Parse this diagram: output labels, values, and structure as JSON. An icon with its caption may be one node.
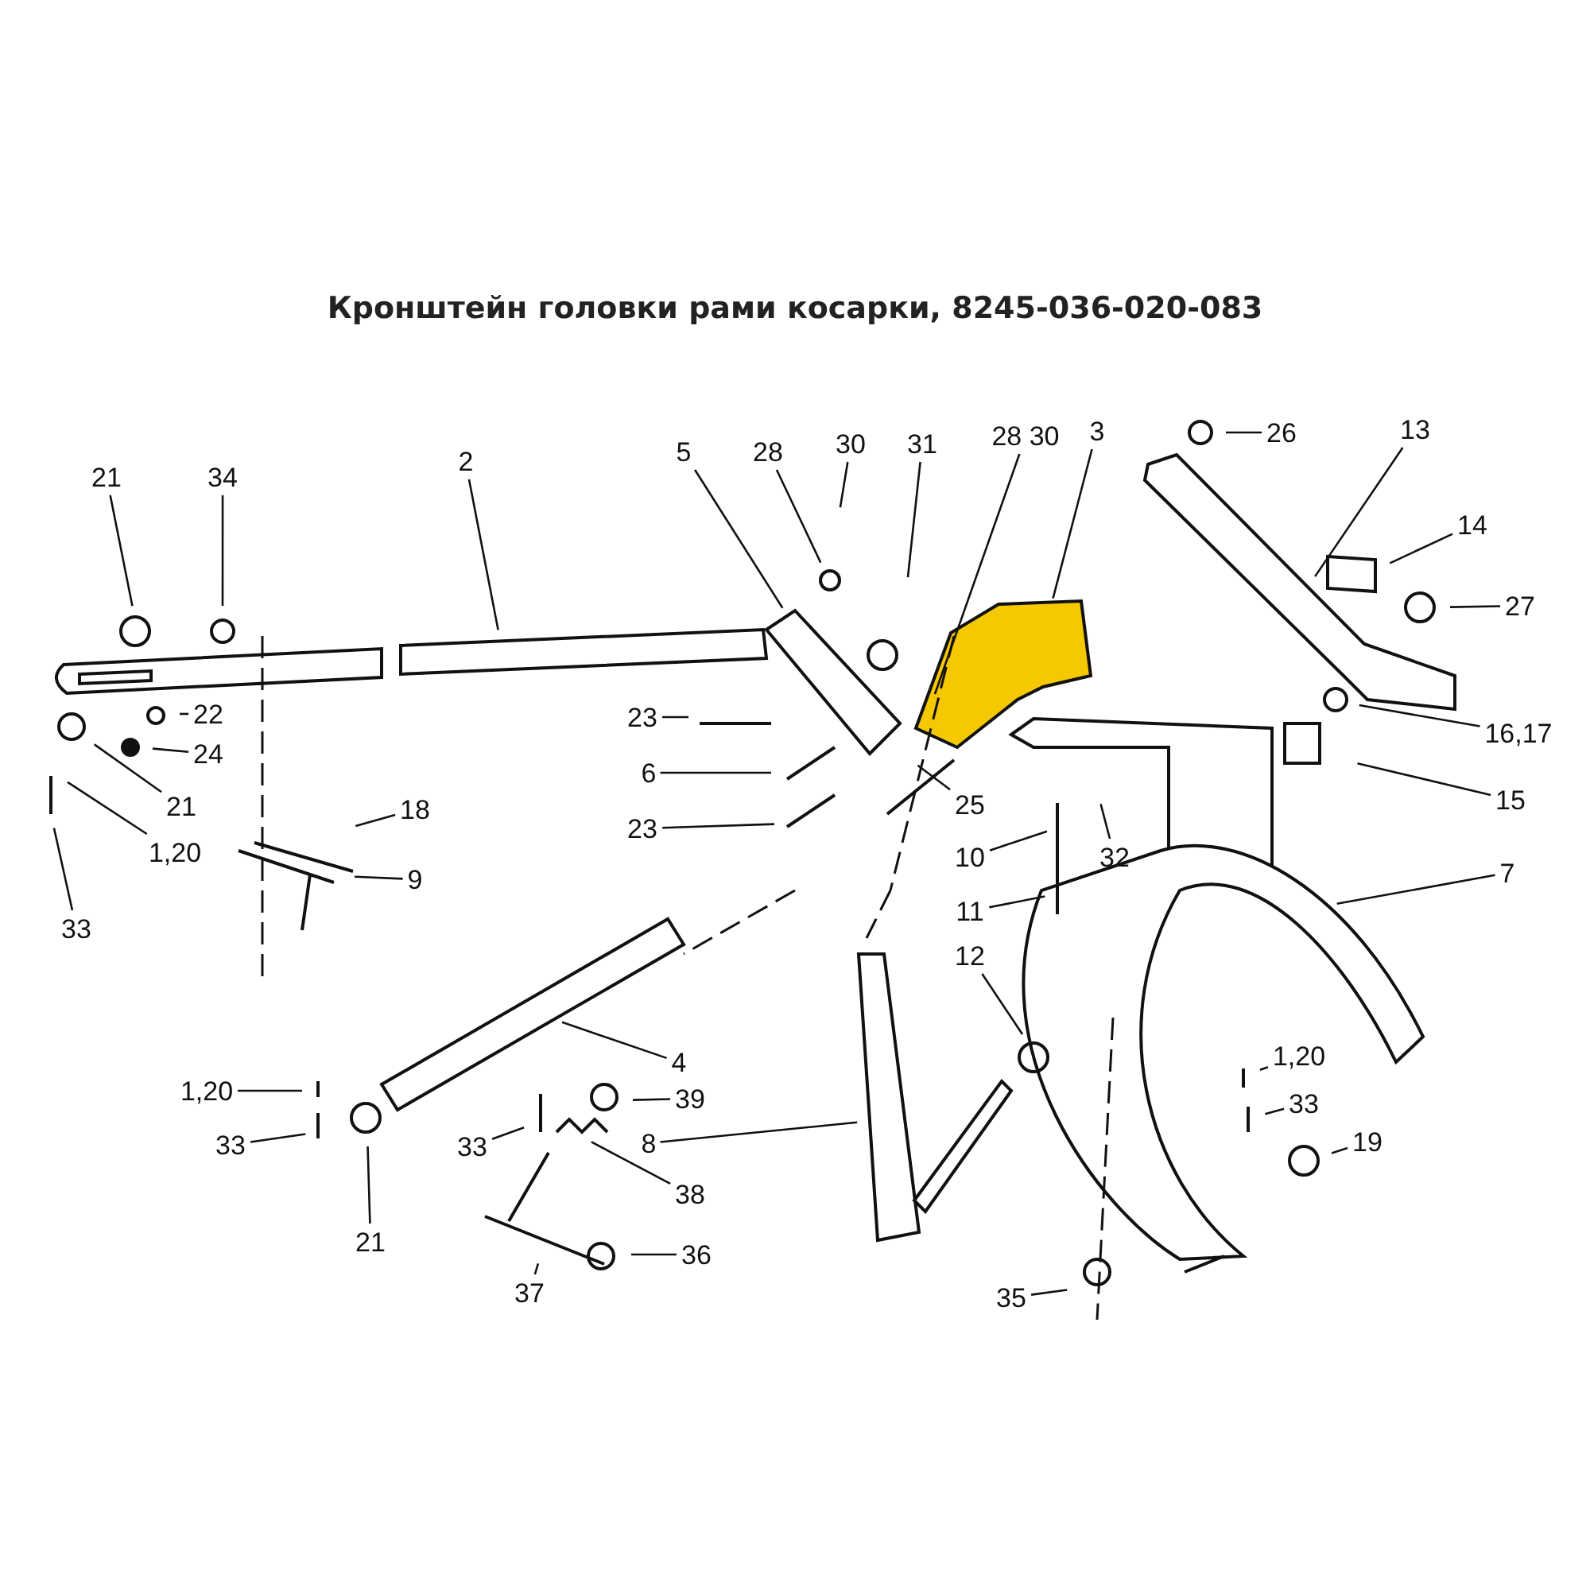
{
  "diagram": {
    "title": "Кронштейн головки рами косарки, 8245-036-020-083",
    "nodes": [
      {
        "text": [
          "21"
        ]
      },
      {
        "text": [
          "34"
        ]
      },
      {
        "text": [
          "2"
        ]
      },
      {
        "text": [
          "5"
        ]
      },
      {
        "text": [
          "28"
        ]
      },
      {
        "text": [
          "30"
        ]
      },
      {
        "text": [
          "31"
        ]
      },
      {
        "text": [
          "28 30"
        ]
      },
      {
        "text": [
          "3"
        ]
      },
      {
        "text": [
          "26"
        ]
      },
      {
        "text": [
          "13"
        ]
      },
      {
        "text": [
          "14"
        ]
      },
      {
        "text": [
          "27"
        ]
      },
      {
        "text": [
          "16,17"
        ]
      },
      {
        "text": [
          "15"
        ]
      },
      {
        "text": [
          "7"
        ]
      },
      {
        "text": [
          "23"
        ]
      },
      {
        "text": [
          "6"
        ]
      },
      {
        "text": [
          "23"
        ]
      },
      {
        "text": [
          "25"
        ]
      },
      {
        "text": [
          "10"
        ]
      },
      {
        "text": [
          "32"
        ]
      },
      {
        "text": [
          "11"
        ]
      },
      {
        "text": [
          "12"
        ]
      },
      {
        "text": [
          "22"
        ]
      },
      {
        "text": [
          "24"
        ]
      },
      {
        "text": [
          "21"
        ]
      },
      {
        "text": [
          "1,20"
        ]
      },
      {
        "text": [
          "33"
        ]
      },
      {
        "text": [
          "18"
        ]
      },
      {
        "text": [
          "9"
        ]
      },
      {
        "text": [
          "4"
        ]
      },
      {
        "text": [
          "1,20"
        ]
      },
      {
        "text": [
          "33"
        ]
      },
      {
        "text": [
          "21"
        ]
      },
      {
        "text": [
          "33"
        ]
      },
      {
        "text": [
          "39"
        ]
      },
      {
        "text": [
          "38"
        ]
      },
      {
        "text": [
          "36"
        ]
      },
      {
        "text": [
          "37"
        ]
      },
      {
        "text": [
          "8"
        ]
      },
      {
        "text": [
          "1,20"
        ]
      },
      {
        "text": [
          "33"
        ]
      },
      {
        "text": [
          "19"
        ]
      },
      {
        "text": [
          "35"
        ]
      }
    ],
    "edges": [
      {
        "from": 0,
        "to": null,
        "arrow": "none"
      },
      {
        "from": 1,
        "to": null,
        "arrow": "none"
      },
      {
        "from": 2,
        "to": null,
        "arrow": "none"
      },
      {
        "from": 3,
        "to": null,
        "arrow": "none"
      },
      {
        "from": 4,
        "to": null,
        "arrow": "none"
      },
      {
        "from": 5,
        "to": null,
        "arrow": "none"
      },
      {
        "from": 6,
        "to": null,
        "arrow": "none"
      },
      {
        "from": 7,
        "to": null,
        "arrow": "none"
      },
      {
        "from": 8,
        "to": null,
        "arrow": "none"
      },
      {
        "from": 9,
        "to": null,
        "arrow": "none"
      },
      {
        "from": 10,
        "to": null,
        "arrow": "none"
      },
      {
        "from": 11,
        "to": null,
        "arrow": "none"
      },
      {
        "from": 12,
        "to": null,
        "arrow": "none"
      },
      {
        "from": 13,
        "to": null,
        "arrow": "none"
      },
      {
        "from": 14,
        "to": null,
        "arrow": "none"
      },
      {
        "from": 15,
        "to": null,
        "arrow": "none"
      },
      {
        "from": 16,
        "to": null,
        "arrow": "none"
      },
      {
        "from": 17,
        "to": null,
        "arrow": "none"
      },
      {
        "from": 18,
        "to": null,
        "arrow": "none"
      },
      {
        "from": 19,
        "to": null,
        "arrow": "none"
      },
      {
        "from": 20,
        "to": null,
        "arrow": "none"
      },
      {
        "from": 21,
        "to": null,
        "arrow": "none"
      },
      {
        "from": 22,
        "to": null,
        "arrow": "none"
      },
      {
        "from": 23,
        "to": null,
        "arrow": "none"
      },
      {
        "from": 24,
        "to": null,
        "arrow": "none"
      },
      {
        "from": 25,
        "to": null,
        "arrow": "none"
      },
      {
        "from": 26,
        "to": null,
        "arrow": "none"
      },
      {
        "from": 27,
        "to": null,
        "arrow": "none"
      },
      {
        "from": 28,
        "to": null,
        "arrow": "none"
      },
      {
        "from": 29,
        "to": null,
        "arrow": "none"
      },
      {
        "from": 30,
        "to": null,
        "arrow": "none"
      },
      {
        "from": 31,
        "to": null,
        "arrow": "none"
      },
      {
        "from": 32,
        "to": null,
        "arrow": "none"
      },
      {
        "from": 33,
        "to": null,
        "arrow": "none"
      },
      {
        "from": 34,
        "to": null,
        "arrow": "none"
      },
      {
        "from": 35,
        "to": null,
        "arrow": "none"
      },
      {
        "from": 36,
        "to": null,
        "arrow": "none"
      },
      {
        "from": 37,
        "to": null,
        "arrow": "none"
      },
      {
        "from": 38,
        "to": null,
        "arrow": "none"
      },
      {
        "from": 39,
        "to": null,
        "arrow": "none"
      },
      {
        "from": 40,
        "to": null,
        "arrow": "none"
      },
      {
        "from": 41,
        "to": null,
        "arrow": "none"
      },
      {
        "from": 42,
        "to": null,
        "arrow": "none"
      },
      {
        "from": 43,
        "to": null,
        "arrow": "none"
      },
      {
        "from": 44,
        "to": null,
        "arrow": "none"
      }
    ]
  }
}
